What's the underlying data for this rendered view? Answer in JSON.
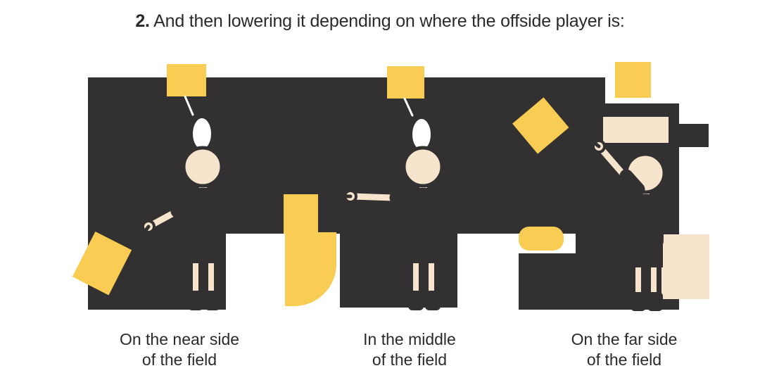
{
  "title": {
    "number": "2.",
    "text": "And then lowering it depending on where the offside player is:"
  },
  "figures": [
    {
      "name": "assistant-referee-near-side",
      "pose": "flag lowered down toward near side",
      "caption": [
        "On the near side",
        "of the field"
      ]
    },
    {
      "name": "assistant-referee-middle",
      "pose": "flag held out horizontally",
      "caption": [
        "In the middle",
        "of the field"
      ]
    },
    {
      "name": "assistant-referee-far-side",
      "pose": "flag raised up toward far side",
      "caption": [
        "On the far side",
        "of the field"
      ]
    }
  ],
  "colors": {
    "flag_yellow": "#F9CD54",
    "skin_cream": "#F6E4CC",
    "outline_dark": "#333031",
    "background": "#FFFFFF",
    "text": "#2D292A"
  }
}
